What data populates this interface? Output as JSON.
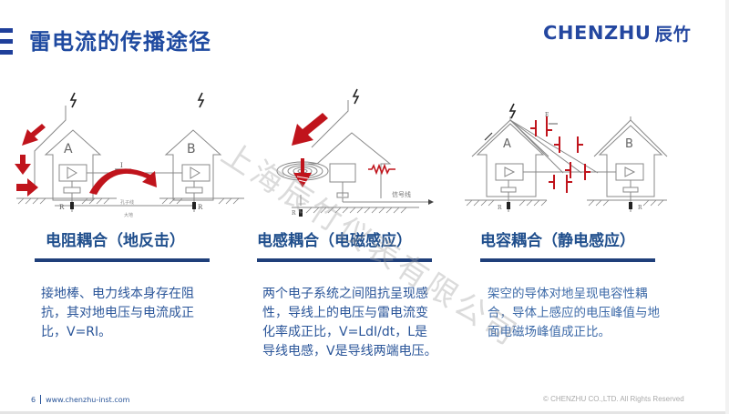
{
  "header": {
    "title": "雷电流的传播途径",
    "menu_icon": "three-bars-icon",
    "logo": {
      "en": "CHENZHU",
      "cn": "辰竹"
    }
  },
  "colors": {
    "brand_blue": "#1f4aa0",
    "heading_blue": "#1f4e8c",
    "rule_blue": "#1f3f7a",
    "arrow_red": "#c0141c",
    "line_gray": "#888888"
  },
  "diagrams": {
    "resistive": {
      "house_a": "A",
      "house_b": "B",
      "current_label": "I",
      "r1": "R",
      "r2": "R",
      "ground_label": "大地",
      "conductor_label": "孔子线"
    },
    "inductive": {
      "signal_label": "信号线",
      "r_label": "R"
    },
    "capacitive": {
      "house_a": "A",
      "house_b": "B",
      "e_label": "E",
      "r1": "R",
      "r2": "R"
    }
  },
  "sections": [
    {
      "heading": "电阻耦合（地反击）",
      "text": "接地棒、电力线本身存在阻抗，其对地电压与电流成正比，V=RI。"
    },
    {
      "heading": "电感耦合（电磁感应）",
      "text": "两个电子系统之间阻抗呈现感性，导线上的电压与雷电流变化率成正比，V=LdI/dt，L是导线电感，V是导线两端电压。"
    },
    {
      "heading": "电容耦合（静电感应）",
      "text": "架空的导体对地呈现电容性耦合，导体上感应的电压峰值与地面电磁场峰值成正比。"
    }
  ],
  "watermark": "上海辰竹仪表有限公司",
  "footer": {
    "page_number": "6",
    "url": "www.chenzhu-inst.com",
    "copyright": "© CHENZHU CO.,LTD. All Rights Reserved"
  }
}
